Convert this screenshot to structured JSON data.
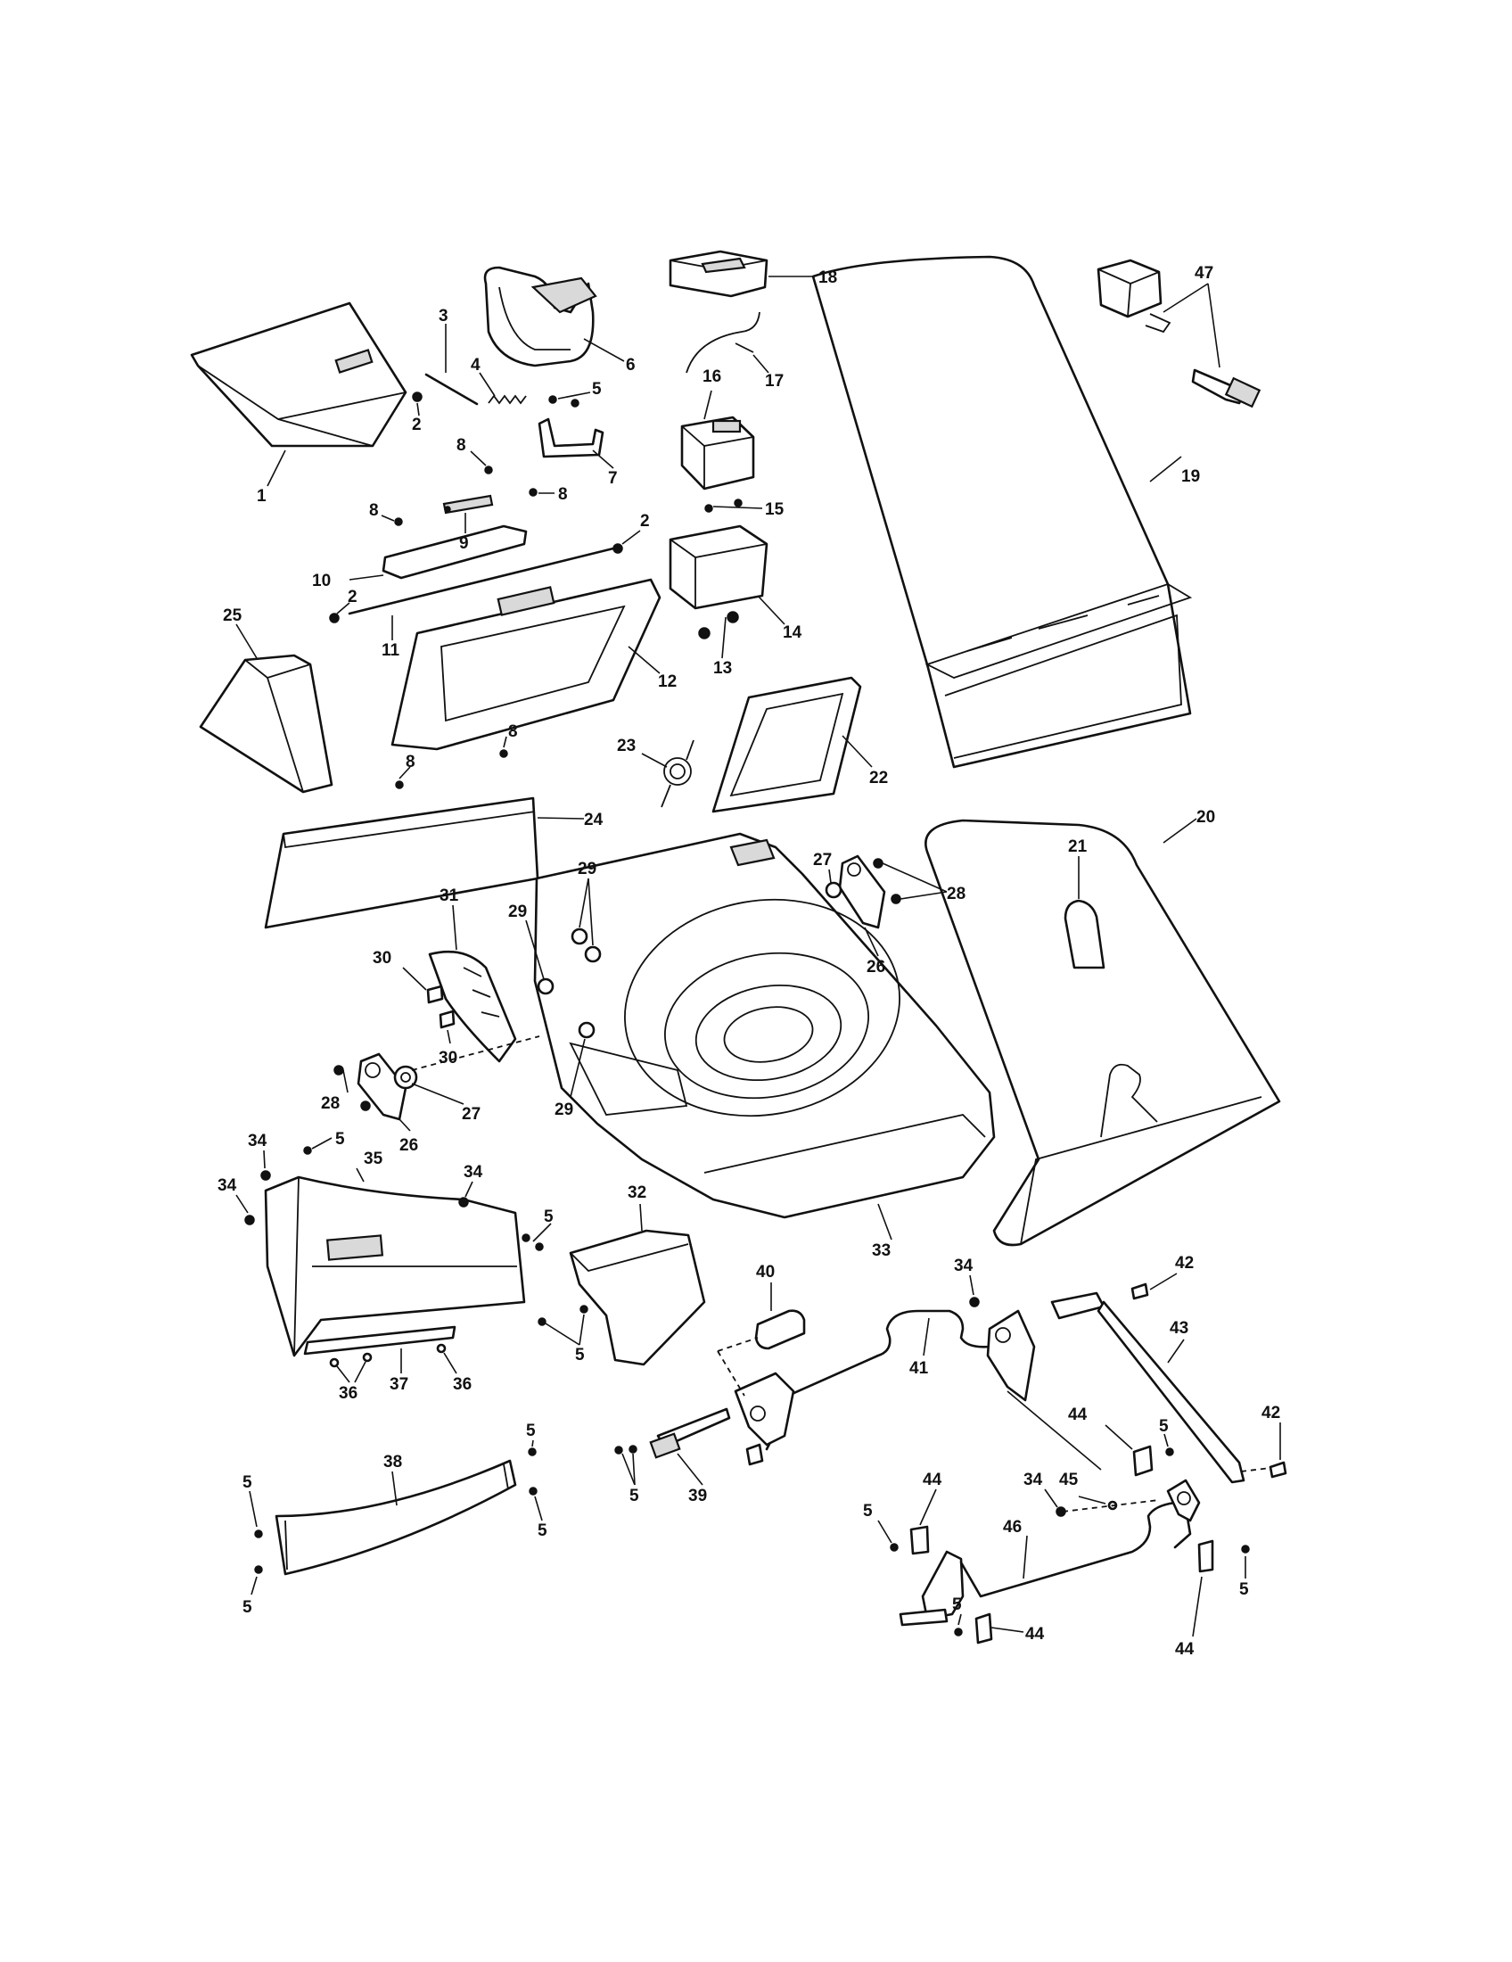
{
  "diagram": {
    "labels": [
      {
        "id": "c1",
        "text": "1"
      },
      {
        "id": "c2a",
        "text": "2"
      },
      {
        "id": "c2b",
        "text": "2"
      },
      {
        "id": "c2c",
        "text": "2"
      },
      {
        "id": "c3",
        "text": "3"
      },
      {
        "id": "c4",
        "text": "4"
      },
      {
        "id": "c5a",
        "text": "5"
      },
      {
        "id": "c5b",
        "text": "5"
      },
      {
        "id": "c5c",
        "text": "5"
      },
      {
        "id": "c5d",
        "text": "5"
      },
      {
        "id": "c5e",
        "text": "5"
      },
      {
        "id": "c5f",
        "text": "5"
      },
      {
        "id": "c5g",
        "text": "5"
      },
      {
        "id": "c5h",
        "text": "5"
      },
      {
        "id": "c5i",
        "text": "5"
      },
      {
        "id": "c5j",
        "text": "5"
      },
      {
        "id": "c5k",
        "text": "5"
      },
      {
        "id": "c5l",
        "text": "5"
      },
      {
        "id": "c5m",
        "text": "5"
      },
      {
        "id": "c6",
        "text": "6"
      },
      {
        "id": "c7",
        "text": "7"
      },
      {
        "id": "c8a",
        "text": "8"
      },
      {
        "id": "c8b",
        "text": "8"
      },
      {
        "id": "c8c",
        "text": "8"
      },
      {
        "id": "c8d",
        "text": "8"
      },
      {
        "id": "c8e",
        "text": "8"
      },
      {
        "id": "c9",
        "text": "9"
      },
      {
        "id": "c10",
        "text": "10"
      },
      {
        "id": "c11",
        "text": "11"
      },
      {
        "id": "c12",
        "text": "12"
      },
      {
        "id": "c13",
        "text": "13"
      },
      {
        "id": "c14",
        "text": "14"
      },
      {
        "id": "c15",
        "text": "15"
      },
      {
        "id": "c16",
        "text": "16"
      },
      {
        "id": "c17",
        "text": "17"
      },
      {
        "id": "c18",
        "text": "18"
      },
      {
        "id": "c19",
        "text": "19"
      },
      {
        "id": "c20",
        "text": "20"
      },
      {
        "id": "c21",
        "text": "21"
      },
      {
        "id": "c22",
        "text": "22"
      },
      {
        "id": "c23",
        "text": "23"
      },
      {
        "id": "c24",
        "text": "24"
      },
      {
        "id": "c25",
        "text": "25"
      },
      {
        "id": "c26a",
        "text": "26"
      },
      {
        "id": "c26b",
        "text": "26"
      },
      {
        "id": "c27a",
        "text": "27"
      },
      {
        "id": "c27b",
        "text": "27"
      },
      {
        "id": "c28a",
        "text": "28"
      },
      {
        "id": "c28b",
        "text": "28"
      },
      {
        "id": "c29a",
        "text": "29"
      },
      {
        "id": "c29b",
        "text": "29"
      },
      {
        "id": "c29c",
        "text": "29"
      },
      {
        "id": "c30a",
        "text": "30"
      },
      {
        "id": "c30b",
        "text": "30"
      },
      {
        "id": "c31",
        "text": "31"
      },
      {
        "id": "c32",
        "text": "32"
      },
      {
        "id": "c33",
        "text": "33"
      },
      {
        "id": "c34a",
        "text": "34"
      },
      {
        "id": "c34b",
        "text": "34"
      },
      {
        "id": "c34c",
        "text": "34"
      },
      {
        "id": "c34d",
        "text": "34"
      },
      {
        "id": "c34e",
        "text": "34"
      },
      {
        "id": "c35",
        "text": "35"
      },
      {
        "id": "c36a",
        "text": "36"
      },
      {
        "id": "c36b",
        "text": "36"
      },
      {
        "id": "c37",
        "text": "37"
      },
      {
        "id": "c38",
        "text": "38"
      },
      {
        "id": "c39",
        "text": "39"
      },
      {
        "id": "c40",
        "text": "40"
      },
      {
        "id": "c41",
        "text": "41"
      },
      {
        "id": "c42a",
        "text": "42"
      },
      {
        "id": "c42b",
        "text": "42"
      },
      {
        "id": "c43",
        "text": "43"
      },
      {
        "id": "c44a",
        "text": "44"
      },
      {
        "id": "c44b",
        "text": "44"
      },
      {
        "id": "c44c",
        "text": "44"
      },
      {
        "id": "c44d",
        "text": "44"
      },
      {
        "id": "c45",
        "text": "45"
      },
      {
        "id": "c46",
        "text": "46"
      },
      {
        "id": "c47",
        "text": "47"
      }
    ]
  }
}
